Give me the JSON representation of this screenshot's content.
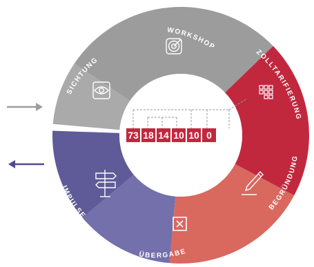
{
  "segments": [
    {
      "id": "workshop",
      "label": "WORKSHOP",
      "color": "#9c9c9c",
      "icon": "target-icon"
    },
    {
      "id": "zolltarifierung",
      "label": "ZOLLTARIFIERUNG",
      "color": "#c1283e",
      "icon": "grid-icon"
    },
    {
      "id": "begruendung",
      "label": "BEGRÜNDUNG",
      "color": "#d9685f",
      "icon": "pen-icon"
    },
    {
      "id": "uebergabe",
      "label": "ÜBERGABE",
      "color": "#7470ab",
      "icon": "x-box-icon"
    },
    {
      "id": "impulse",
      "label": "IMPULSE",
      "color": "#5f5b98",
      "icon": "signpost-icon"
    },
    {
      "id": "sichtung",
      "label": "SICHTUNG",
      "color": "#aaaaaa",
      "icon": "eye-icon"
    }
  ],
  "code_digits": [
    "73",
    "18",
    "14",
    "10",
    "10",
    "0"
  ],
  "colors": {
    "code_box": "#c1283e",
    "arrow_in": "#9e9e9e",
    "arrow_out": "#4e4a8f",
    "bracket": "#9a9a9a",
    "icon_line": "#ffffff"
  }
}
